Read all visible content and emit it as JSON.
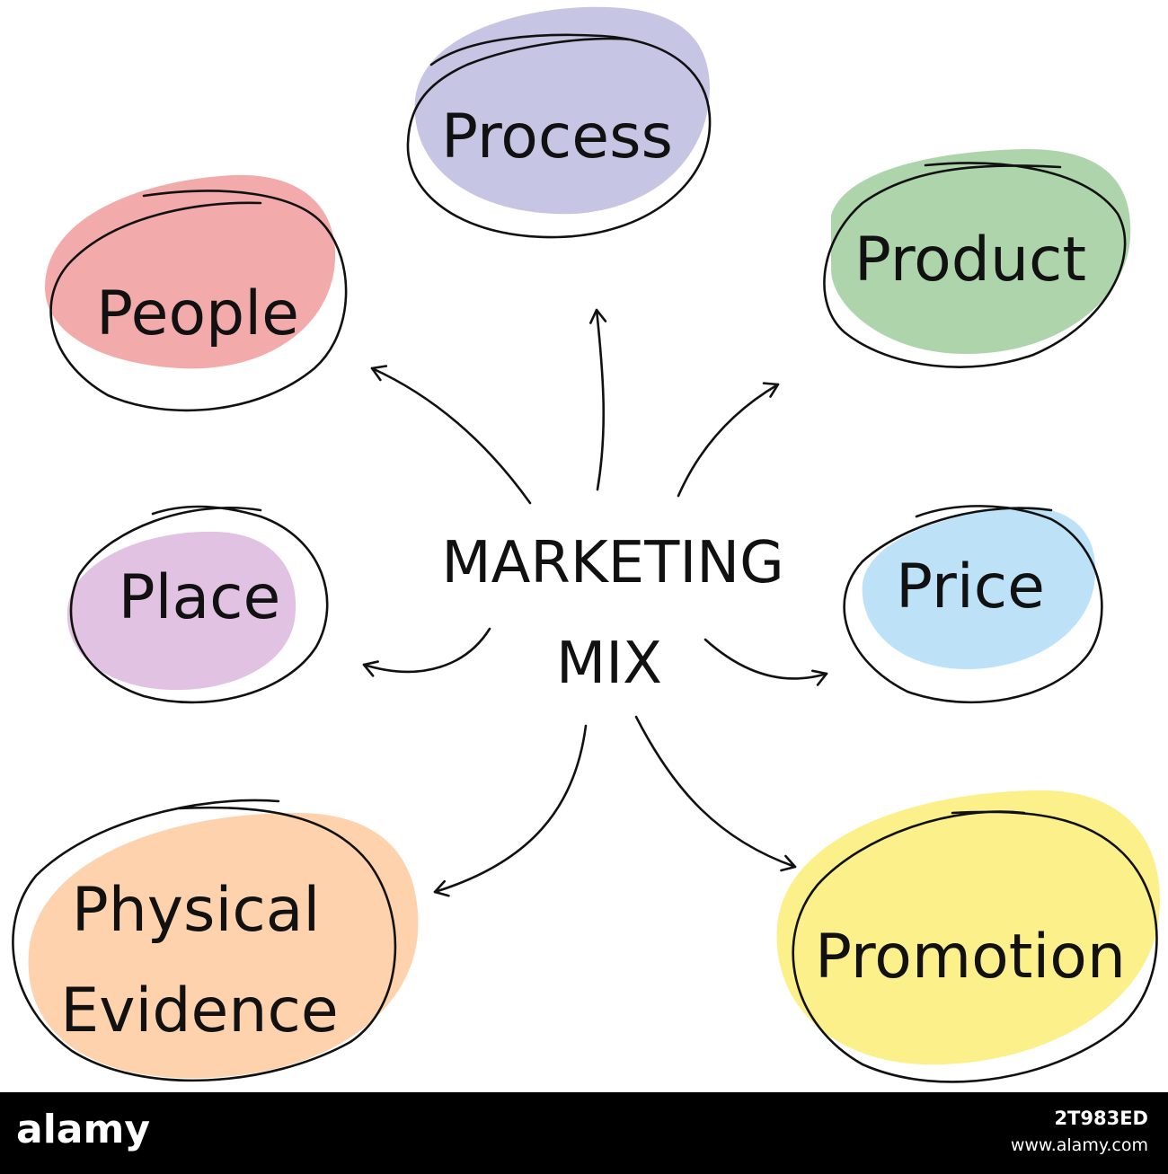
{
  "diagram": {
    "center_label": [
      "MARKETING",
      "MIX"
    ],
    "nodes": [
      {
        "key": "process",
        "lines": [
          "Process"
        ],
        "fill": "#c6c6e4",
        "icon": "oval-node"
      },
      {
        "key": "product",
        "lines": [
          "Product"
        ],
        "fill": "#aed4ac",
        "icon": "oval-node"
      },
      {
        "key": "people",
        "lines": [
          "People"
        ],
        "fill": "#f3aaaa",
        "icon": "oval-node"
      },
      {
        "key": "place",
        "lines": [
          "Place"
        ],
        "fill": "#e2c2e2",
        "icon": "oval-node"
      },
      {
        "key": "price",
        "lines": [
          "Price"
        ],
        "fill": "#bde2f8",
        "icon": "oval-node"
      },
      {
        "key": "physical-evidence",
        "lines": [
          "Physical",
          "Evidence"
        ],
        "fill": "#fed2ad",
        "icon": "oval-node"
      },
      {
        "key": "promotion",
        "lines": [
          "Promotion"
        ],
        "fill": "#fbf08a",
        "icon": "oval-node"
      }
    ],
    "connector_icon": "curved-arrow-icon"
  },
  "watermark": {
    "logo": "alamy",
    "image_id": "2T983ED",
    "url": "www.alamy.com"
  }
}
